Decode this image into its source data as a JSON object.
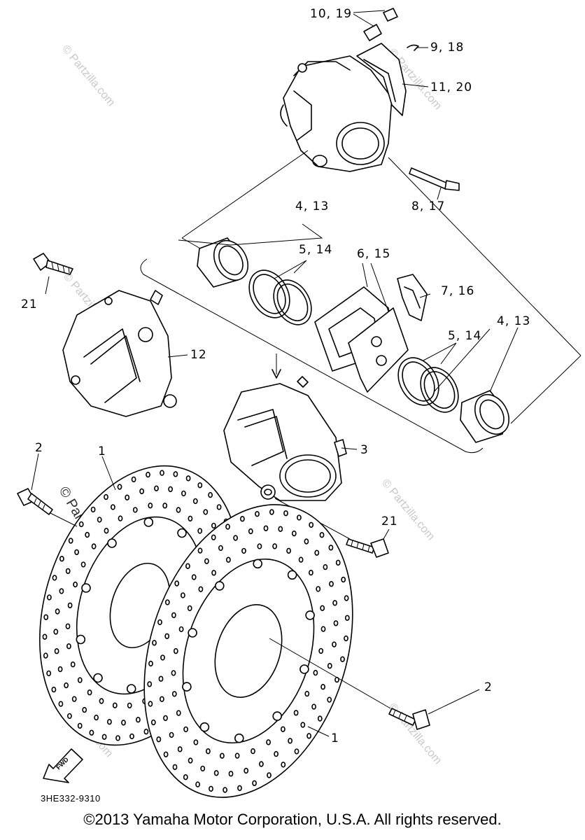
{
  "labels": {
    "p10_19": "10, 19",
    "p9_18": "9, 18",
    "p11_20": "11, 20",
    "p8_17": "8, 17",
    "p4_13_a": "4, 13",
    "p5_14_a": "5, 14",
    "p6_15": "6, 15",
    "p7_16": "7, 16",
    "p4_13_b": "4, 13",
    "p5_14_b": "5, 14",
    "p21_a": "21",
    "p12": "12",
    "p3": "3",
    "p2_a": "2",
    "p1_a": "1",
    "p21_b": "21",
    "p2_b": "2",
    "p1_b": "1"
  },
  "watermark": "© Partzilla.com",
  "fwd": "FWD",
  "diagram_code": "3HE332-9310",
  "copyright": "©2013 Yamaha Motor Corporation, U.S.A. All rights reserved."
}
